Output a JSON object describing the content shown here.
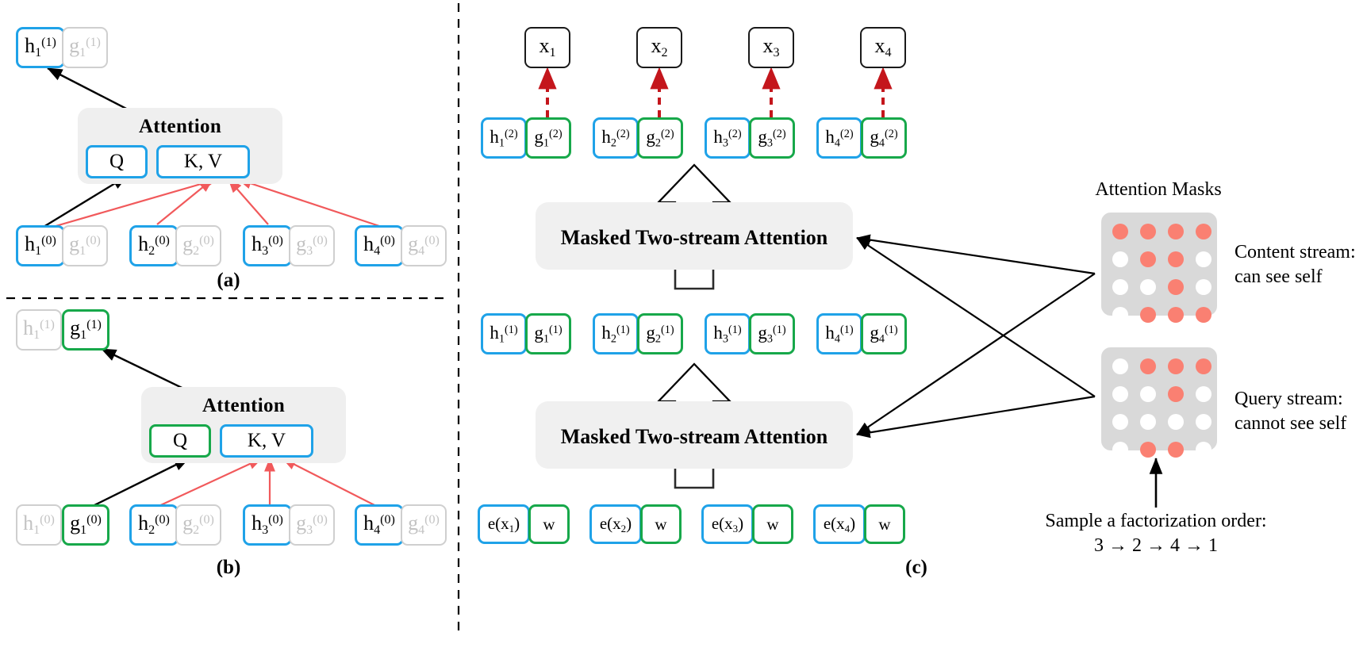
{
  "figure": {
    "title": "XLNet two-stream self-attention architecture",
    "colors": {
      "content_stream": "#1fa2e8",
      "query_stream": "#17a84a",
      "inactive": "#c3c3c3",
      "mask_on": "#fa8072",
      "mask_off": "#ffffff",
      "mask_bg": "#d9d9d9",
      "panel_bg": "#efefef",
      "attention_edge": "#f1595b",
      "prediction_edge": "#c4161c",
      "plain_edge": "#000000"
    }
  },
  "panel_a": {
    "caption": "(a)",
    "attention_label": "Attention",
    "q_label": "Q",
    "kv_label": "K, V",
    "top_row": [
      {
        "h": "h",
        "h_sub": "1",
        "h_sup": "(1)",
        "h_state": "active-content",
        "g": "g",
        "g_sub": "1",
        "g_sup": "(1)",
        "g_state": "inactive"
      }
    ],
    "bottom_row": [
      {
        "h": "h",
        "h_sub": "1",
        "h_sup": "(0)",
        "h_state": "active-content",
        "g": "g",
        "g_sub": "1",
        "g_sup": "(0)",
        "g_state": "inactive"
      },
      {
        "h": "h",
        "h_sub": "2",
        "h_sup": "(0)",
        "h_state": "active-content",
        "g": "g",
        "g_sub": "2",
        "g_sup": "(0)",
        "g_state": "inactive"
      },
      {
        "h": "h",
        "h_sub": "3",
        "h_sup": "(0)",
        "h_state": "active-content",
        "g": "g",
        "g_sub": "3",
        "g_sup": "(0)",
        "g_state": "inactive"
      },
      {
        "h": "h",
        "h_sub": "4",
        "h_sup": "(0)",
        "h_state": "active-content",
        "g": "g",
        "g_sub": "4",
        "g_sup": "(0)",
        "g_state": "inactive"
      }
    ]
  },
  "panel_b": {
    "caption": "(b)",
    "attention_label": "Attention",
    "q_label": "Q",
    "kv_label": "K, V",
    "top_row": [
      {
        "h": "h",
        "h_sub": "1",
        "h_sup": "(1)",
        "h_state": "inactive",
        "g": "g",
        "g_sub": "1",
        "g_sup": "(1)",
        "g_state": "active-query"
      }
    ],
    "bottom_row": [
      {
        "h": "h",
        "h_sub": "1",
        "h_sup": "(0)",
        "h_state": "inactive",
        "g": "g",
        "g_sub": "1",
        "g_sup": "(0)",
        "g_state": "active-query"
      },
      {
        "h": "h",
        "h_sub": "2",
        "h_sup": "(0)",
        "h_state": "active-content",
        "g": "g",
        "g_sub": "2",
        "g_sup": "(0)",
        "g_state": "inactive"
      },
      {
        "h": "h",
        "h_sub": "3",
        "h_sup": "(0)",
        "h_state": "active-content",
        "g": "g",
        "g_sub": "3",
        "g_sup": "(0)",
        "g_state": "inactive"
      },
      {
        "h": "h",
        "h_sub": "4",
        "h_sup": "(0)",
        "h_state": "active-content",
        "g": "g",
        "g_sub": "4",
        "g_sup": "(0)",
        "g_state": "inactive"
      }
    ]
  },
  "panel_c": {
    "caption": "(c)",
    "targets": [
      {
        "label": "x",
        "sub": "1"
      },
      {
        "label": "x",
        "sub": "2"
      },
      {
        "label": "x",
        "sub": "3"
      },
      {
        "label": "x",
        "sub": "4"
      }
    ],
    "layer2": [
      {
        "h": "h",
        "h_sub": "1",
        "h_sup": "(2)",
        "g": "g",
        "g_sub": "1",
        "g_sup": "(2)"
      },
      {
        "h": "h",
        "h_sub": "2",
        "h_sup": "(2)",
        "g": "g",
        "g_sub": "2",
        "g_sup": "(2)"
      },
      {
        "h": "h",
        "h_sub": "3",
        "h_sup": "(2)",
        "g": "g",
        "g_sub": "3",
        "g_sup": "(2)"
      },
      {
        "h": "h",
        "h_sub": "4",
        "h_sup": "(2)",
        "g": "g",
        "g_sub": "4",
        "g_sup": "(2)"
      }
    ],
    "layer1": [
      {
        "h": "h",
        "h_sub": "1",
        "h_sup": "(1)",
        "g": "g",
        "g_sub": "1",
        "g_sup": "(1)"
      },
      {
        "h": "h",
        "h_sub": "2",
        "h_sup": "(1)",
        "g": "g",
        "g_sub": "2",
        "g_sup": "(1)"
      },
      {
        "h": "h",
        "h_sub": "3",
        "h_sup": "(1)",
        "g": "g",
        "g_sub": "3",
        "g_sup": "(1)"
      },
      {
        "h": "h",
        "h_sub": "4",
        "h_sup": "(1)",
        "g": "g",
        "g_sub": "4",
        "g_sup": "(1)"
      }
    ],
    "embeddings": [
      {
        "e_pre": "e(x",
        "e_sub": "1",
        "e_post": ")",
        "w": "w"
      },
      {
        "e_pre": "e(x",
        "e_sub": "2",
        "e_post": ")",
        "w": "w"
      },
      {
        "e_pre": "e(x",
        "e_sub": "3",
        "e_post": ")",
        "w": "w"
      },
      {
        "e_pre": "e(x",
        "e_sub": "4",
        "e_post": ")",
        "w": "w"
      }
    ],
    "blocks": [
      {
        "label": "Masked Two-stream Attention"
      },
      {
        "label": "Masked Two-stream Attention"
      }
    ]
  },
  "masks": {
    "title": "Attention Masks",
    "content": {
      "name": "Content stream mask",
      "label_line1": "Content stream:",
      "label_line2": "can see self",
      "rows": [
        [
          1,
          1,
          1,
          1
        ],
        [
          0,
          1,
          1,
          0
        ],
        [
          0,
          0,
          1,
          0
        ],
        [
          0,
          1,
          1,
          1
        ]
      ]
    },
    "query": {
      "name": "Query stream mask",
      "label_line1": "Query stream:",
      "label_line2": "cannot see self",
      "diagonal_highlight": true,
      "rows": [
        [
          0,
          1,
          1,
          1
        ],
        [
          0,
          0,
          1,
          0
        ],
        [
          0,
          0,
          0,
          0
        ],
        [
          0,
          1,
          1,
          0
        ]
      ]
    },
    "sample_line1": "Sample a factorization order:",
    "sample_line2": "3 → 2 → 4 → 1"
  }
}
